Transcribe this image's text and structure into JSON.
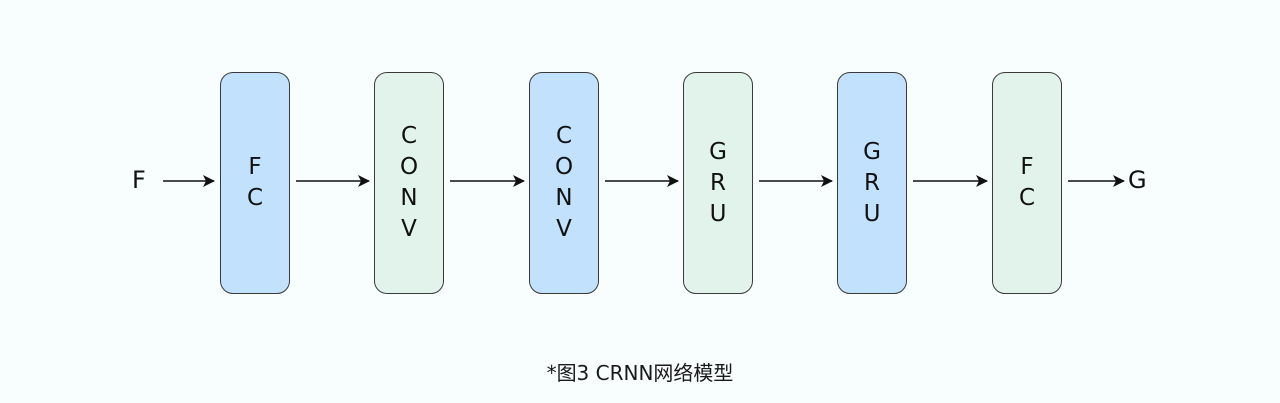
{
  "diagram": {
    "input_label": "F",
    "output_label": "G",
    "blocks": [
      {
        "label": "FC",
        "chars": [
          "F",
          "C"
        ],
        "color": "#c1e1fd"
      },
      {
        "label": "CONV",
        "chars": [
          "C",
          "O",
          "N",
          "V"
        ],
        "color": "#e2f3ec"
      },
      {
        "label": "CONV",
        "chars": [
          "C",
          "O",
          "N",
          "V"
        ],
        "color": "#c1e1fd"
      },
      {
        "label": "GRU",
        "chars": [
          "G",
          "R",
          "U"
        ],
        "color": "#e2f3ec"
      },
      {
        "label": "GRU",
        "chars": [
          "G",
          "R",
          "U"
        ],
        "color": "#c1e1fd"
      },
      {
        "label": "FC",
        "chars": [
          "F",
          "C"
        ],
        "color": "#e2f3ec"
      }
    ],
    "edges": [
      {
        "from": "F",
        "to": "block-0"
      },
      {
        "from": "block-0",
        "to": "block-1"
      },
      {
        "from": "block-1",
        "to": "block-2"
      },
      {
        "from": "block-2",
        "to": "block-3"
      },
      {
        "from": "block-3",
        "to": "block-4"
      },
      {
        "from": "block-4",
        "to": "block-5"
      },
      {
        "from": "block-5",
        "to": "G"
      }
    ],
    "caption": "*图3 CRNN网络模型"
  }
}
